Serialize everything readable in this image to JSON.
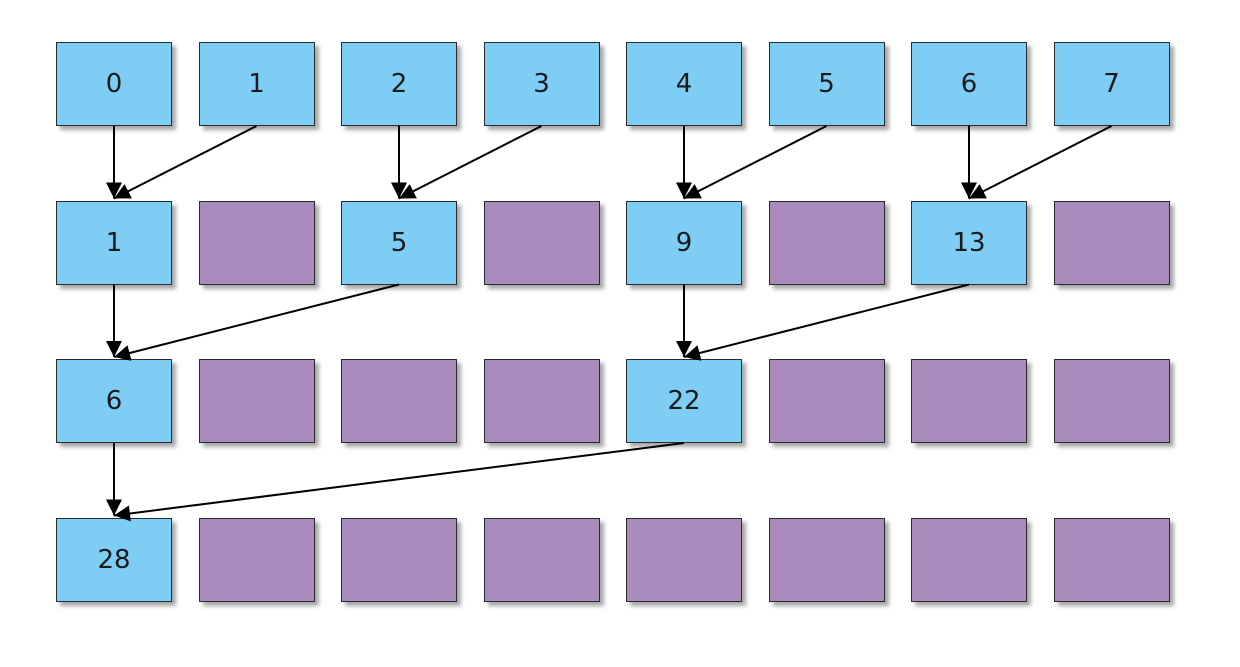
{
  "colors": {
    "active": "#7ecdf4",
    "empty": "#a98bbd",
    "arrow": "#000000"
  },
  "rows": [
    [
      "0",
      "1",
      "2",
      "3",
      "4",
      "5",
      "6",
      "7"
    ],
    [
      "1",
      "",
      "5",
      "",
      "9",
      "",
      "13",
      ""
    ],
    [
      "6",
      "",
      "",
      "",
      "22",
      "",
      "",
      ""
    ],
    [
      "28",
      "",
      "",
      "",
      "",
      "",
      "",
      ""
    ]
  ],
  "edges": [
    {
      "from": [
        0,
        0
      ],
      "to": [
        1,
        0
      ]
    },
    {
      "from": [
        0,
        1
      ],
      "to": [
        1,
        0
      ]
    },
    {
      "from": [
        0,
        2
      ],
      "to": [
        1,
        2
      ]
    },
    {
      "from": [
        0,
        3
      ],
      "to": [
        1,
        2
      ]
    },
    {
      "from": [
        0,
        4
      ],
      "to": [
        1,
        4
      ]
    },
    {
      "from": [
        0,
        5
      ],
      "to": [
        1,
        4
      ]
    },
    {
      "from": [
        0,
        6
      ],
      "to": [
        1,
        6
      ]
    },
    {
      "from": [
        0,
        7
      ],
      "to": [
        1,
        6
      ]
    },
    {
      "from": [
        1,
        0
      ],
      "to": [
        2,
        0
      ]
    },
    {
      "from": [
        1,
        2
      ],
      "to": [
        2,
        0
      ]
    },
    {
      "from": [
        1,
        4
      ],
      "to": [
        2,
        4
      ]
    },
    {
      "from": [
        1,
        6
      ],
      "to": [
        2,
        4
      ]
    },
    {
      "from": [
        2,
        0
      ],
      "to": [
        3,
        0
      ]
    },
    {
      "from": [
        2,
        4
      ],
      "to": [
        3,
        0
      ]
    }
  ]
}
